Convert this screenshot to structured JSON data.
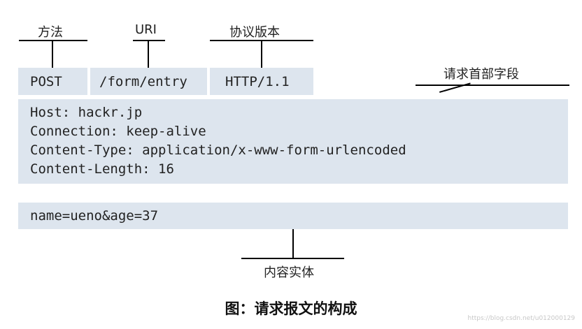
{
  "labels": {
    "method": "方法",
    "uri": "URI",
    "version": "协议版本",
    "header_fields": "请求首部字段",
    "body": "内容实体"
  },
  "request_line": {
    "method": "POST",
    "uri": "/form/entry",
    "version": "HTTP/1.1"
  },
  "headers": [
    "Host: hackr.jp",
    "Connection: keep-alive",
    "Content-Type: application/x-www-form-urlencoded",
    "Content-Length: 16"
  ],
  "body_text": "name=ueno&age=37",
  "caption": "图：请求报文的构成",
  "watermark": "https://blog.csdn.net/u012000129",
  "colors": {
    "box_fill": "#dde5ee",
    "line": "#000000"
  }
}
